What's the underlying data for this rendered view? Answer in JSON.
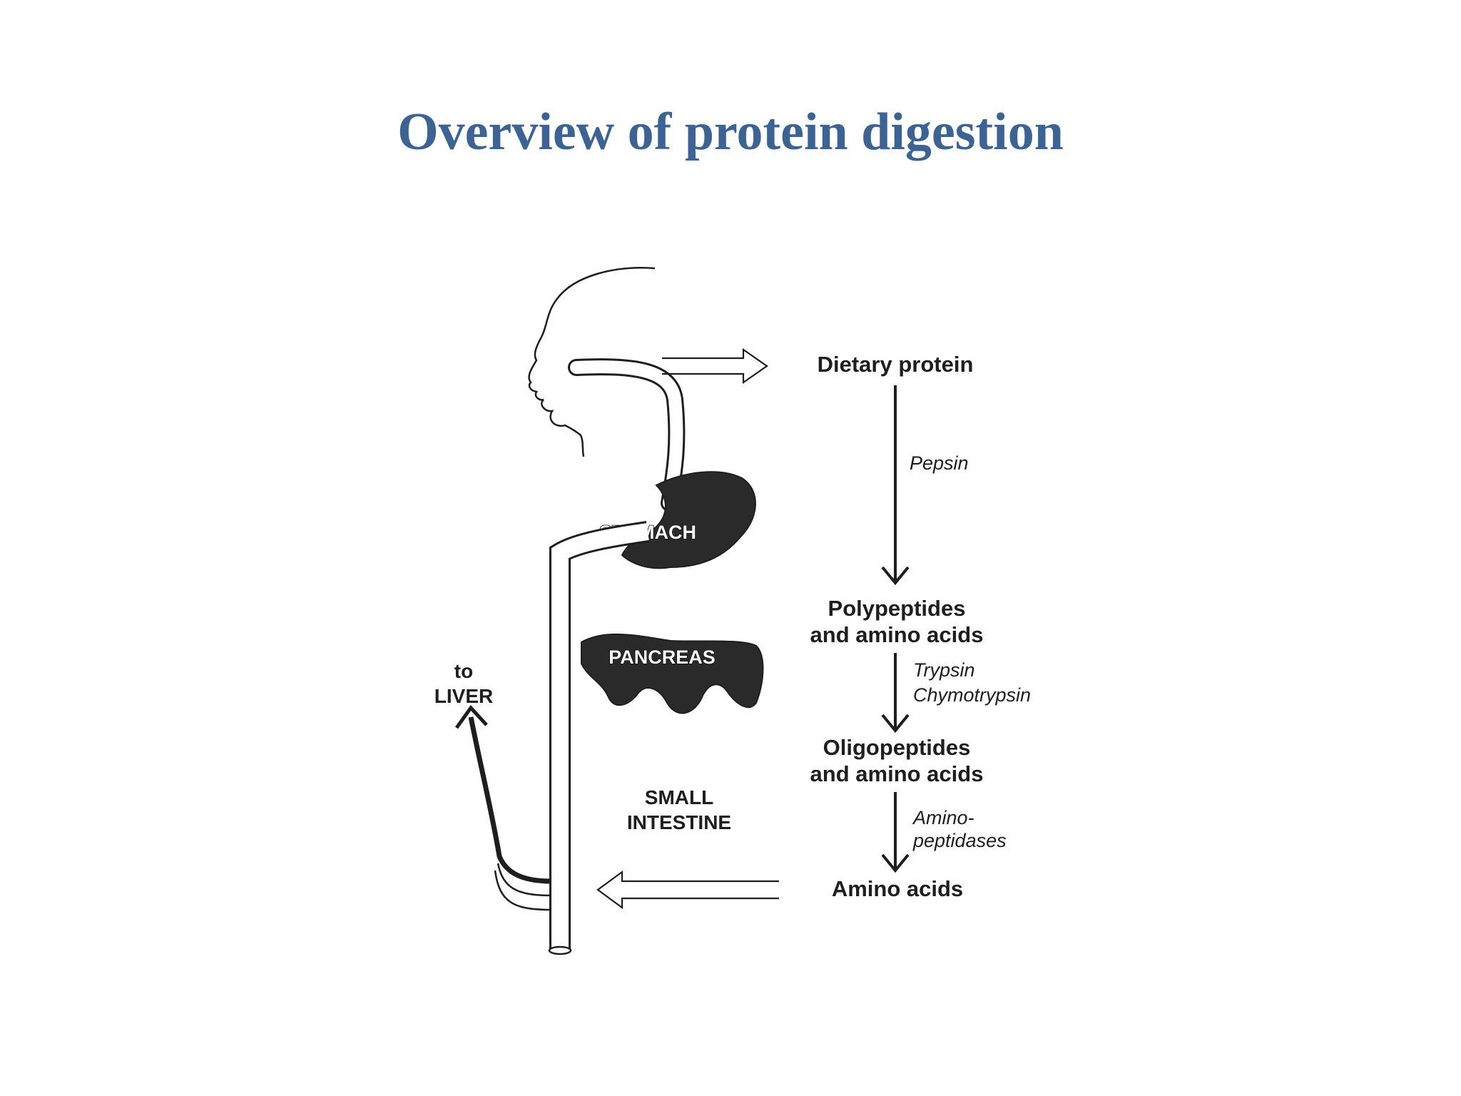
{
  "title": "Overview of protein digestion",
  "organs": {
    "stomach": "STOMACH",
    "pancreas": "PANCREAS",
    "small_intestine_line1": "SMALL",
    "small_intestine_line2": "INTESTINE",
    "liver_line1": "to",
    "liver_line2": "LIVER"
  },
  "pathway": {
    "dietary_protein": "Dietary protein",
    "enzyme_1": "Pepsin",
    "product_1_line1": "Polypeptides",
    "product_1_line2": "and amino acids",
    "enzyme_2_line1": "Trypsin",
    "enzyme_2_line2": "Chymotrypsin",
    "product_2_line1": "Oligopeptides",
    "product_2_line2": "and amino acids",
    "enzyme_3_line1": "Amino-",
    "enzyme_3_line2": "peptidases",
    "final_product": "Amino acids"
  },
  "colors": {
    "title": "#3d6394",
    "organ_fill": "#2a2a2a",
    "ink": "#1e1e1e"
  }
}
